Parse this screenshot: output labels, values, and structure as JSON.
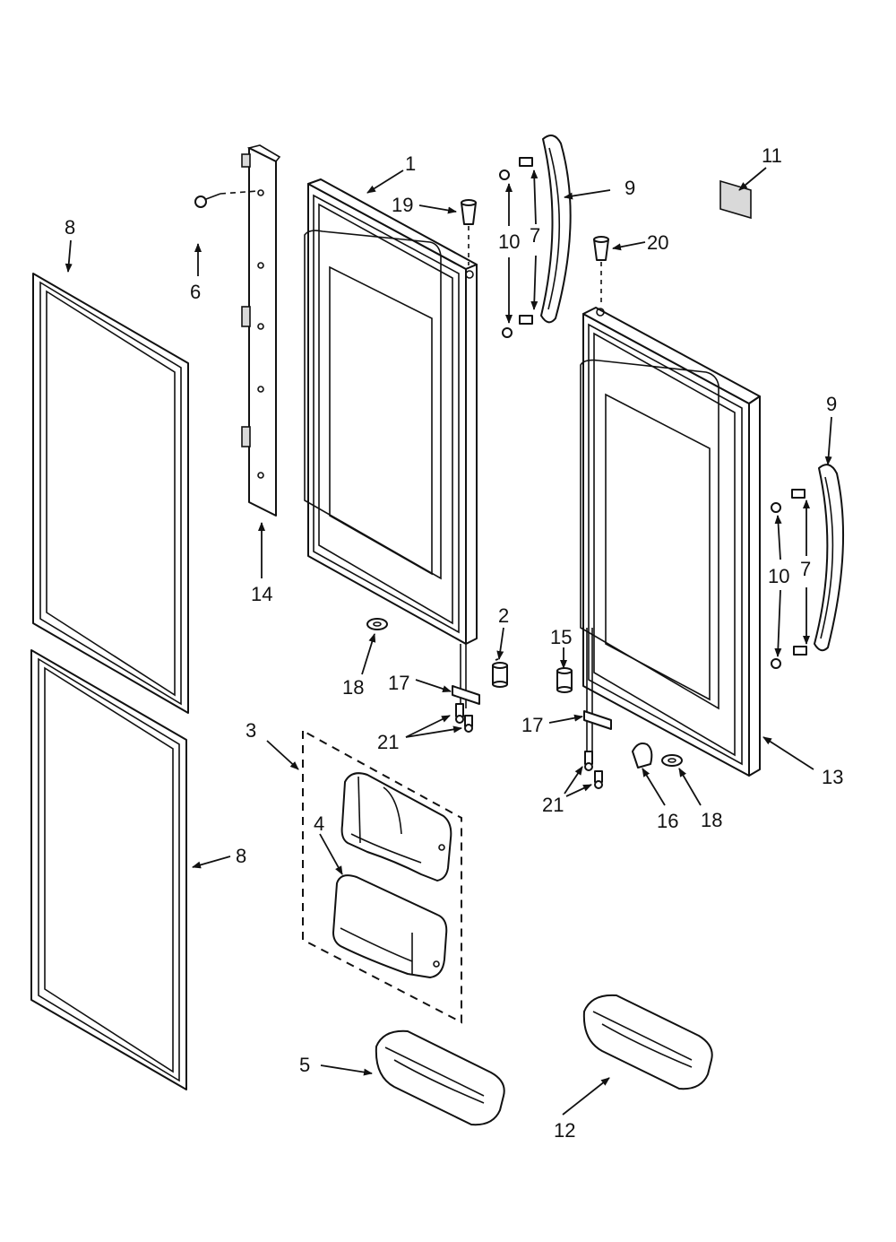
{
  "diagram": {
    "callouts": {
      "c1": "1",
      "c2": "2",
      "c3": "3",
      "c4": "4",
      "c5": "5",
      "c6": "6",
      "c7a": "7",
      "c7b": "7",
      "c8a": "8",
      "c8b": "8",
      "c9a": "9",
      "c9b": "9",
      "c10a": "10",
      "c10b": "10",
      "c11": "11",
      "c12": "12",
      "c13": "13",
      "c14": "14",
      "c15": "15",
      "c16": "16",
      "c17a": "17",
      "c17b": "17",
      "c18a": "18",
      "c18b": "18",
      "c19": "19",
      "c20": "20",
      "c21a": "21",
      "c21b": "21"
    }
  }
}
